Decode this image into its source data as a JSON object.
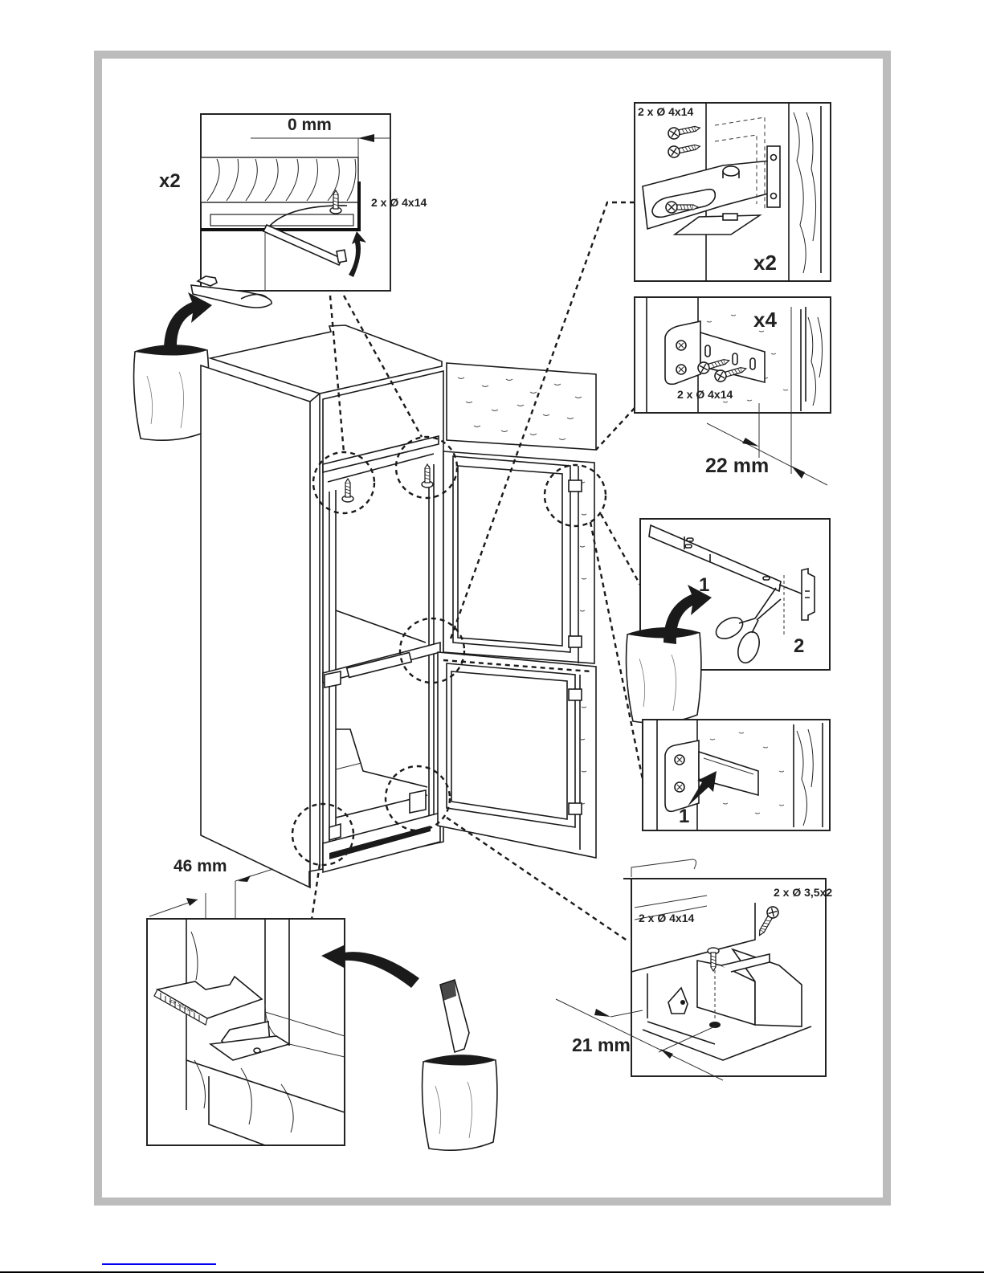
{
  "document": {
    "type": "installation-diagram",
    "subject": "Built-in fridge-freezer door mounting"
  },
  "panels": {
    "top_left": {
      "quantity": "x2",
      "gap": "0 mm",
      "screws": "2 x Ø 4x14"
    },
    "top_right": {
      "screws": "2 x Ø 4x14",
      "quantity": "x2"
    },
    "right_bracket": {
      "quantity": "x4",
      "screws": "2 x Ø 4x14",
      "distance": "22 mm"
    },
    "rail_cut": {
      "step1": "1",
      "step2": "2"
    },
    "rail_insert": {
      "step1": "1"
    },
    "bottom_right": {
      "screws_a": "2 x Ø 4x14",
      "screws_b": "2 x  Ø 3,5x2",
      "distance": "21 mm"
    },
    "bottom_left": {
      "distance": "46 mm",
      "template_label": "Ice Stopper"
    }
  },
  "icons": {
    "bag": "accessory-bag-icon",
    "scissors": "scissors-icon",
    "arrow": "curved-arrow-icon",
    "screw": "screw-icon"
  },
  "colors": {
    "frame": "#bcbcbc",
    "ink": "#1a1a1a",
    "link": "#0000ee"
  }
}
